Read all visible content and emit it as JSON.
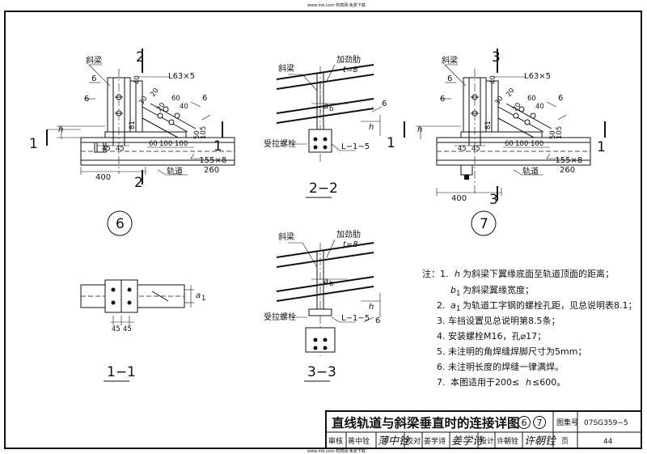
{
  "watermark": {
    "text": "www.mb.com  构筑网·免费下载"
  },
  "detail6": {
    "section_top": "2",
    "section_bottom": "2",
    "section_left": "1",
    "section_right": "1",
    "lbl_beam": "斜梁",
    "lbl_6": "6",
    "lbl_40": "40",
    "lbl_L": "L63×5",
    "lbl_6a": "6",
    "lbl_6b": "6",
    "dim_20a": "20",
    "dim_20b": "20",
    "dim_30": "30",
    "dim_40b": "40",
    "dim_60": "60",
    "dim_81": "81",
    "dim_50": "50",
    "dim_105": "105",
    "dim_h": "h",
    "dim_45a": "45",
    "dim_45b": "45",
    "dim_60b": "60",
    "dim_100a": "100",
    "dim_100b": "100",
    "plate": "−155×8",
    "dim_260": "260",
    "dim_400": "400",
    "lbl_rail": "轨道",
    "circle": "6"
  },
  "detail7": {
    "section_top": "3",
    "section_bottom": "3",
    "section_left": "1",
    "section_right": "1",
    "lbl_beam": "斜梁",
    "lbl_6": "6",
    "lbl_40": "40",
    "lbl_L": "L63×5",
    "lbl_6a": "6",
    "lbl_6b": "6",
    "dim_20a": "20",
    "dim_20b": "20",
    "dim_30": "30",
    "dim_40b": "40",
    "dim_60": "60",
    "dim_81": "81",
    "dim_50": "50",
    "dim_105": "105",
    "dim_h": "h",
    "dim_45a": "45",
    "dim_45b": "45",
    "dim_60b": "60",
    "dim_100a": "100",
    "dim_100b": "100",
    "plate": "−155×8",
    "dim_260": "260",
    "dim_400": "400",
    "lbl_rail": "轨道",
    "circle": "7"
  },
  "section22": {
    "lbl_beam": "斜梁",
    "lbl_rib": "加劲肋",
    "lbl_t": "t=8",
    "lbl_a": "a",
    "lbl_a_sub": "b",
    "lbl_6": "6",
    "lbl_h": "h",
    "lbl_bolt": "受拉螺栓",
    "lbl_L": "L−1∼5",
    "title": "2−2"
  },
  "section33": {
    "lbl_beam": "斜梁",
    "lbl_rib": "加劲肋",
    "lbl_t": "t=8",
    "lbl_a": "a",
    "lbl_a_sub": "b",
    "lbl_h": "h",
    "lbl_bolt": "受拉螺栓",
    "lbl_L": "L−1∼5",
    "lbl_6": "6",
    "title": "3−3"
  },
  "section11": {
    "dim_a": "a",
    "dim_a_sub": "1",
    "dim_45a": "45",
    "dim_45b": "45",
    "title": "1−1"
  },
  "notes": {
    "head": "注：1.",
    "n1a_sym": "h",
    "n1a": "为斜梁下翼缘底面至轨道顶面的距离；",
    "n1b_sym": "b",
    "n1b_sub": "1",
    "n1b": "为斜梁翼缘宽度；",
    "n2_num": "2.",
    "n2_sym": "a",
    "n2_sub": "1",
    "n2": "为轨道工字钢的螺栓孔距，见总说明表8.1；",
    "n3": "3.  车挡设置见总说明第8.5条；",
    "n4": "4.  安装螺栓M16，孔⌀17；",
    "n5": "5.  未注明的角焊缝焊脚尺寸为5mm；",
    "n6": "6.  未注明长度的焊缝一律满焊。",
    "n7_num": "7.",
    "n7_a": "本图适用于200≤",
    "n7_sym": "h",
    "n7_b": "≤600。"
  },
  "title_block": {
    "title_prefix": "直线轨道与斜梁垂直时的连接详图",
    "title_n1": "6",
    "title_n2": "7",
    "atlas_label": "图集号",
    "atlas_no": "07SG359−5",
    "review": "审核",
    "reviewer": "蒋中铨",
    "reviewer_sig": "薄中铨",
    "check": "校对",
    "checker": "姜学诗",
    "checker_sig": "姜学诗",
    "design": "设计",
    "designer": "许朝铨",
    "designer_sig": "许朝铨",
    "page_label": "页",
    "page_no": "44"
  }
}
